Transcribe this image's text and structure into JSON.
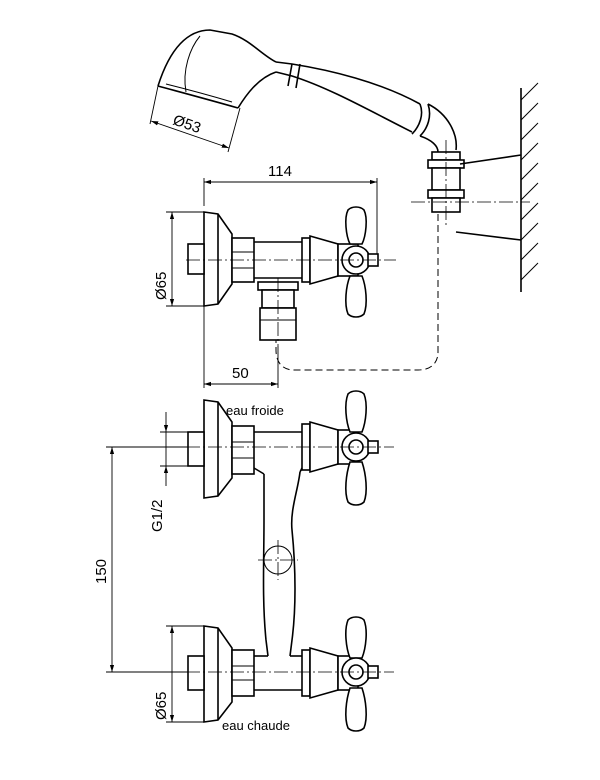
{
  "dimensions": {
    "handshower_diameter": "Ø53",
    "width_total": "114",
    "flange_diameter_top": "Ø65",
    "outlet_offset": "50",
    "thread_size": "G1/2",
    "center_distance": "150",
    "flange_diameter_bottom": "Ø65"
  },
  "labels": {
    "cold_water": "eau froide",
    "hot_water": "eau chaude"
  }
}
